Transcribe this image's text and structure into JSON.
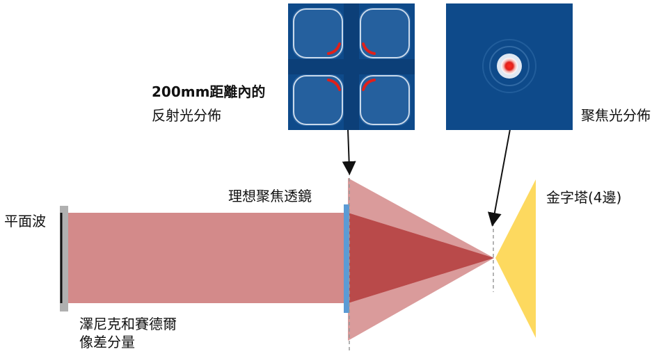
{
  "labels": {
    "plane_wave": "平面波",
    "zernike_line1": "澤尼克和賽德爾",
    "zernike_line2": "像差分量",
    "ideal_lens": "理想聚焦透鏡",
    "reflected_line1": "200mm距離內的",
    "reflected_line2": "反射光分佈",
    "focused": "聚焦光分佈",
    "pyramid": "金字塔(4邊)"
  },
  "colors": {
    "beam": "#d38a8a",
    "beam_dark": "#b94a4a",
    "lens": "#5b9bd5",
    "pyramid": "#fdd95f",
    "inset_bg": "#0e4a8a",
    "hotspot": "#e0201a"
  }
}
